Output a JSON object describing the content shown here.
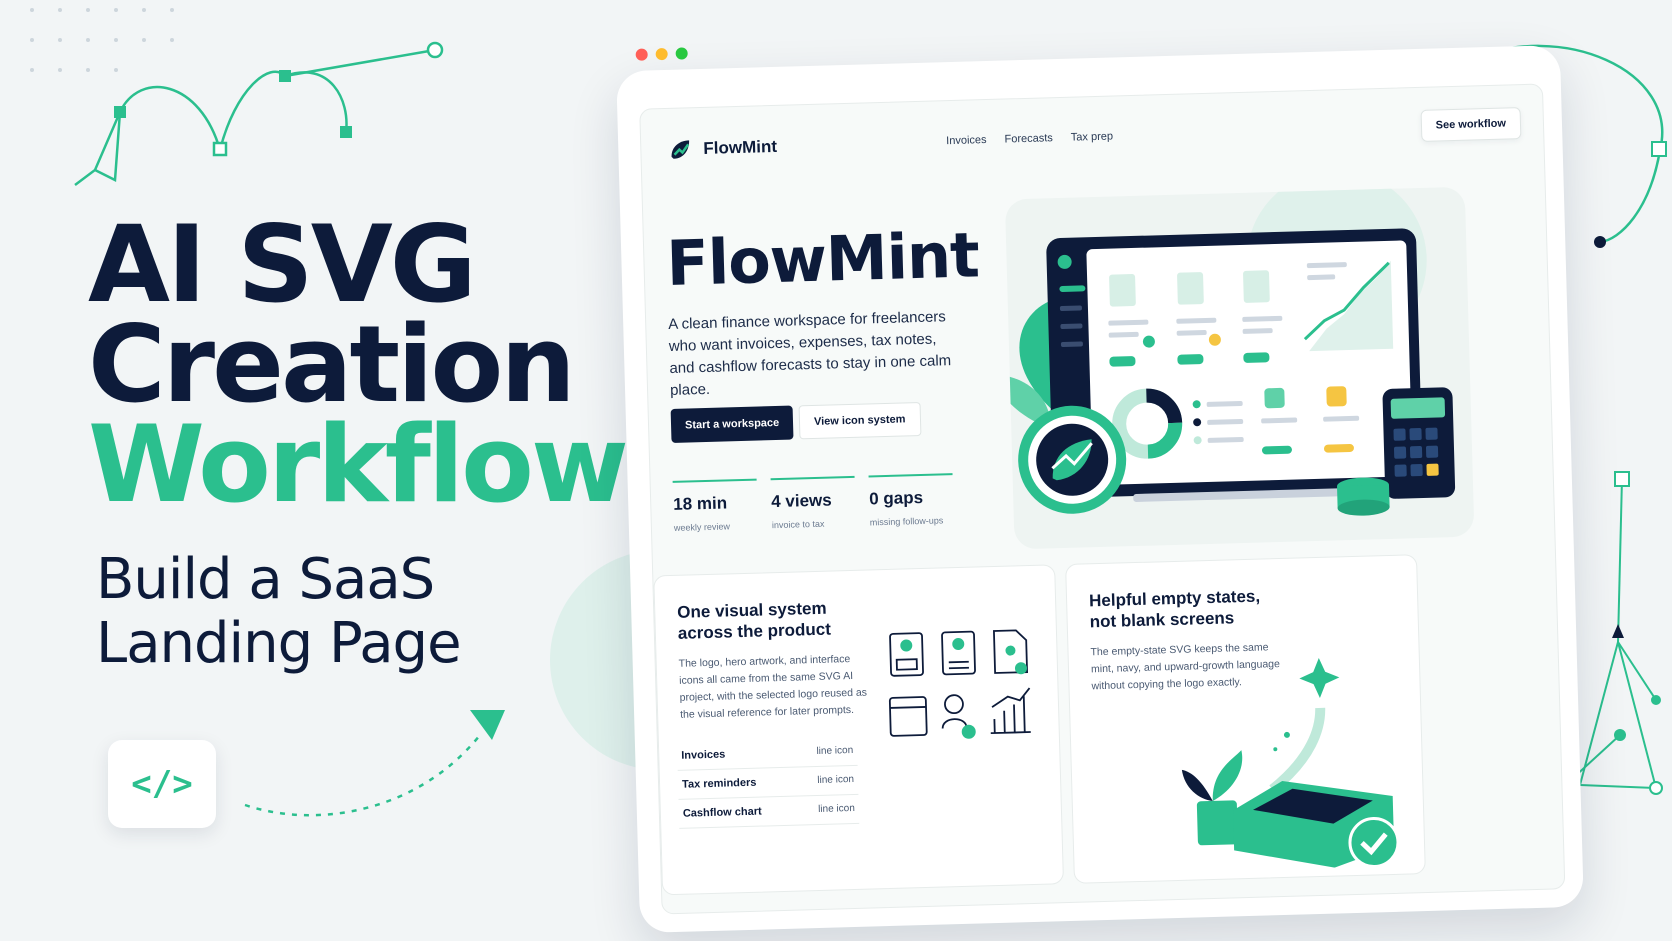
{
  "hero": {
    "headline_lines": [
      "AI SVG",
      "Creation"
    ],
    "headline_accent": "Workflow:",
    "subhead_lines": [
      "Build a SaaS",
      "Landing Page"
    ],
    "code_badge": "</>"
  },
  "browser": {
    "logo_text": "FlowMint",
    "nav": [
      "Invoices",
      "Forecasts",
      "Tax prep"
    ],
    "cta_top": "See workflow",
    "title": "FlowMint",
    "description": "A clean finance workspace for freelancers who want invoices, expenses, tax notes, and cashflow forecasts to stay in one calm place.",
    "primary_button": "Start a workspace",
    "secondary_button": "View icon system",
    "stats": [
      {
        "value": "18 min",
        "label": "weekly review"
      },
      {
        "value": "4 views",
        "label": "invoice to tax"
      },
      {
        "value": "0 gaps",
        "label": "missing follow-ups"
      }
    ]
  },
  "card_visual": {
    "title": "One visual system across the product",
    "text": "The logo, hero artwork, and interface icons all came from the same SVG AI project, with the selected logo reused as the visual reference for later prompts.",
    "rows": [
      {
        "name": "Invoices",
        "type": "line icon"
      },
      {
        "name": "Tax reminders",
        "type": "line icon"
      },
      {
        "name": "Cashflow chart",
        "type": "line icon"
      }
    ]
  },
  "card_empty": {
    "title": "Helpful empty states, not blank screens",
    "text": "The empty-state SVG keeps the same mint, navy, and upward-growth language without copying the logo exactly."
  },
  "colors": {
    "navy": "#0d1b3a",
    "mint": "#2bbf8e",
    "yellow": "#f5c542"
  }
}
